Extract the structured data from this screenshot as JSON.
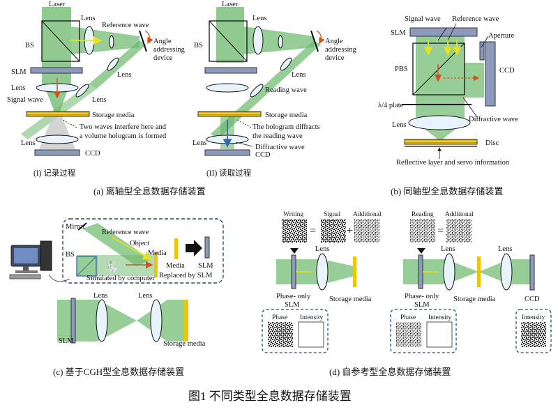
{
  "panel_a": {
    "sub1": {
      "laser": "Laser",
      "bs": "BS",
      "lens_top": "Lens",
      "reference_wave": "Reference wave",
      "angle1": "Angle",
      "angle2": "addressing",
      "angle3": "device",
      "slm": "SLM",
      "lens_left": "Lens",
      "signal_wave": "Signal wave",
      "lens_mid": "Lens",
      "lens_right": "Lens",
      "storage_media": "Storage media",
      "interfere1": "Two waves interfere here and",
      "interfere2": "a volume hologram is formed",
      "lens_bottom": "Lens",
      "ccd": "CCD",
      "caption": "(I) 记录过程"
    },
    "sub2": {
      "laser": "Laser",
      "bs": "BS",
      "lens_top": "Lens",
      "angle1": "Angle",
      "angle2": "addressing",
      "angle3": "device",
      "lens_right": "Lens",
      "reading_wave": "Reading wave",
      "storage_media": "Storage media",
      "diffract1": "The hologram diffracts",
      "diffract2": "the reading wave",
      "lens_bottom": "Lens",
      "diffractive_wave": "Diffractive wave",
      "ccd": "CCD",
      "caption": "(II) 读取过程"
    },
    "caption": "(a) 离轴型全息数据存储装置"
  },
  "panel_b": {
    "signal_wave": "Signal wave",
    "reference_wave": "Reference wave",
    "slm": "SLM",
    "aperture": "Aperture",
    "pbs": "PBS",
    "ccd": "CCD",
    "plate": "λ/4 plate",
    "diffractive_wave": "Diffractive wave",
    "lens": "Lens",
    "disc": "Disc",
    "reflective": "Reflective layer and servo information",
    "caption": "(b) 同轴型全息数据存储装置"
  },
  "panel_c": {
    "mirror": "Mirror",
    "reference_wave": "Reference wave",
    "object": "Object",
    "media_top": "Media",
    "bs": "BS",
    "media": "Media",
    "slm_right": "SLM",
    "simulated": "Simulated by computer",
    "replaced": "Replaced by SLM",
    "lens1": "Lens",
    "lens2": "Lens",
    "slm": "SLM",
    "storage_media": "Storage media",
    "caption": "(c) 基于CGH型全息数据存储装置"
  },
  "panel_d": {
    "writing": "Writing",
    "signal": "Signal",
    "additional_left": "Additional",
    "eq": "=",
    "plus": "+",
    "lens_left": "Lens",
    "phase_only1": "Phase- only",
    "slm1": "SLM",
    "storage_media_left": "Storage media",
    "phase_left": "Phase",
    "intensity_left": "Intensity",
    "reading": "Reading",
    "additional_right": "Additional",
    "eq2": "=",
    "lens_r1": "Lens",
    "lens_r2": "Lens",
    "phase_only2": "Phase- only",
    "slm2": "SLM",
    "storage_media_right": "Storage media",
    "ccd": "CCD",
    "phase_right": "Phase",
    "intensity_right": "Intensity",
    "intensity_ccd": "Intensity",
    "caption": "(d) 自参考型全息数据存储装置"
  },
  "figure_title": "图1 不同类型全息数据存储装置",
  "colors": {
    "beam": "#6bb86b",
    "beam_light": "#a9d6a4",
    "slm": "#8c9bbd",
    "media": "#f2c300",
    "signal_arrow": "#d5521c",
    "ref_arrow": "#e7e21e",
    "dash_box": "#2d4a68"
  }
}
